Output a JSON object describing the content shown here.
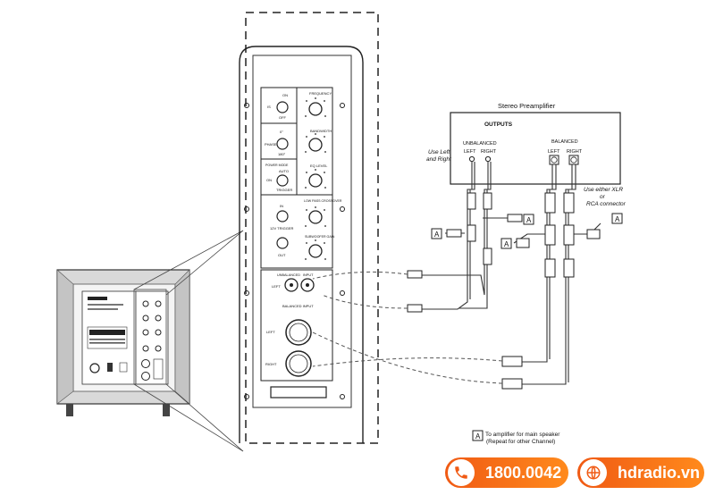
{
  "preamp": {
    "title": "Stereo Preamplifier",
    "outputs": "OUTPUTS",
    "unbalanced": "UNBALANCED",
    "balanced": "BALANCED",
    "left": "LEFT",
    "right": "RIGHT"
  },
  "notes": {
    "use_lr_1": "Use Left",
    "use_lr_2": "and Right",
    "xlr_1": "Use either XLR",
    "xlr_2": "or",
    "xlr_3": "RCA connector",
    "marker": "A",
    "legend_1": "To amplifier for main speaker",
    "legend_2": "(Repeat for other Channel)"
  },
  "panel": {
    "on": "ON",
    "is": "IS",
    "off": "OFF",
    "frequency": "FREQUENCY",
    "phase": "PHASE",
    "deg0": "0°",
    "deg180": "180°",
    "bandwidth": "BANDWIDTH",
    "power_mode": "POWER MODE",
    "auto": "AUTO",
    "trigger": "TRIGGER",
    "eq_level": "EQ LEVEL",
    "low_pass": "LOW PASS CROSSOVER",
    "v12_trigger": "12V TRIGGER",
    "in": "IN",
    "out": "OUT",
    "sub_gain": "SUBWOOFER GAIN",
    "unbalanced_input": "UNBALANCED",
    "input": "INPUT",
    "left": "LEFT",
    "right": "RIGHT",
    "balanced_input": "BALANCED INPUT"
  },
  "contact": {
    "phone": "1800.0042",
    "website": "hdradio.vn",
    "phone_icon": "phone-icon",
    "web_icon": "globe-icon"
  }
}
